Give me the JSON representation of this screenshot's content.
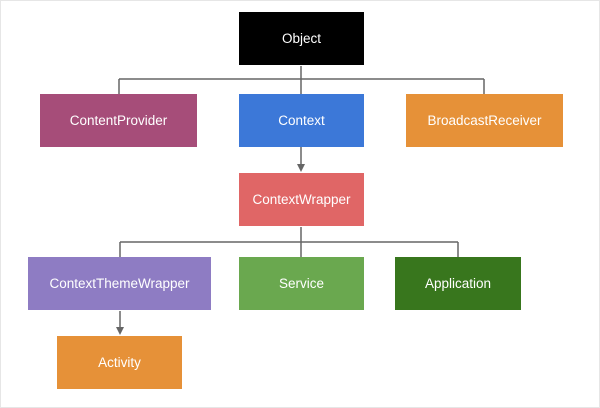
{
  "nodes": {
    "object": {
      "label": "Object",
      "color": "#000000"
    },
    "content_provider": {
      "label": "ContentProvider",
      "color": "#a64d79"
    },
    "context": {
      "label": "Context",
      "color": "#3c78d8"
    },
    "broadcast_receiver": {
      "label": "BroadcastReceiver",
      "color": "#e69138"
    },
    "context_wrapper": {
      "label": "ContextWrapper",
      "color": "#e06666"
    },
    "context_theme_wrapper": {
      "label": "ContextThemeWrapper",
      "color": "#8e7cc3"
    },
    "service": {
      "label": "Service",
      "color": "#6aa84f"
    },
    "application": {
      "label": "Application",
      "color": "#38761d"
    },
    "activity": {
      "label": "Activity",
      "color": "#e69138"
    }
  },
  "connector_color": "#666666"
}
